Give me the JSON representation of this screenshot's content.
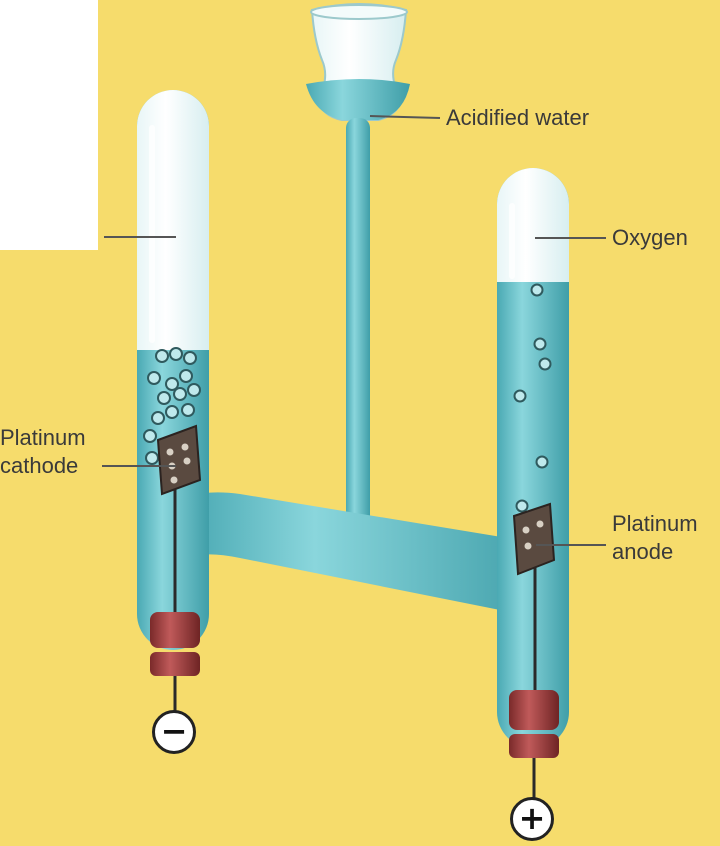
{
  "labels": {
    "acidified_water": "Acidified water",
    "oxygen": "Oxygen",
    "cathode": "Platinum\ncathode",
    "anode": "Platinum\nanode",
    "hydrogen": ""
  },
  "terminals": {
    "negative": "−",
    "positive": "+"
  },
  "colors": {
    "background": "#f6dc6c",
    "water": "#5fbfc7",
    "glass": "#ffffff",
    "electrode": "#5a4a40",
    "stopper": "#9b3a3a"
  }
}
